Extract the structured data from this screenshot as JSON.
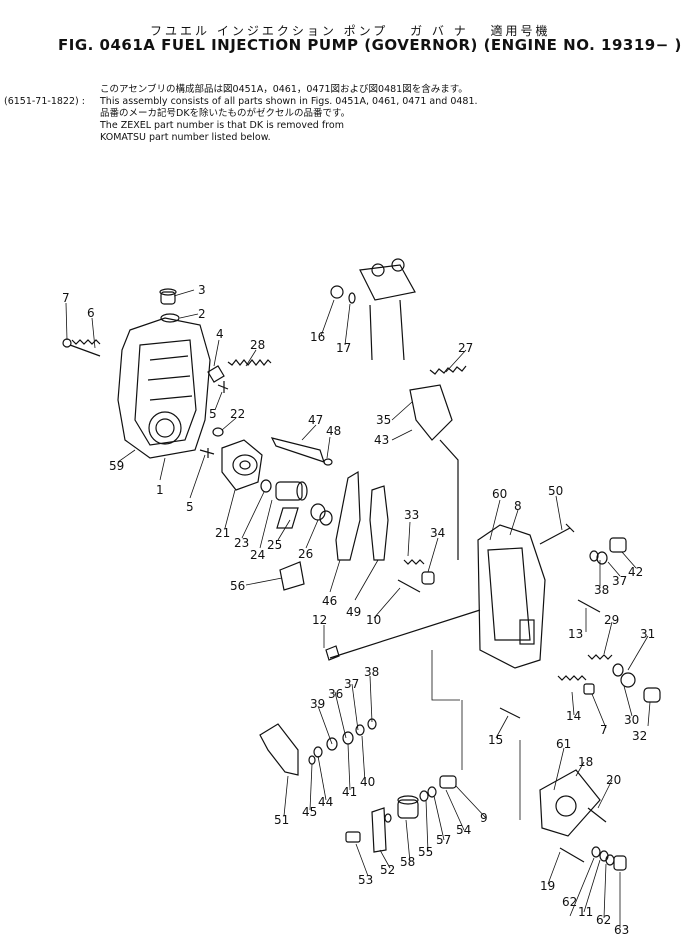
{
  "header": {
    "title_jp": "フユエル インジエクション ポンプ　 ガ バ ナ　 適用号機",
    "title_en": "FIG. 0461A  FUEL  INJECTION  PUMP  (GOVERNOR)  (ENGINE  NO. 19319− )"
  },
  "notes": {
    "line1_jp": "このアセンブリの構成部品は図0451A，0461，0471図および図0481図を含みます。",
    "part_code": "(6151-71-1822) :",
    "line2_en": "This assembly consists of all parts shown in Figs. 0451A, 0461, 0471 and 0481.",
    "line3_jp": "品番のメーカ記号DKを除いたものがゼクセルの品番です。",
    "line4_en": "The ZEXEL part number is that DK is removed from",
    "line5_en": "KOMATSU part number listed below."
  },
  "callouts": [
    "1",
    "2",
    "3",
    "4",
    "5",
    "5",
    "6",
    "7",
    "7",
    "8",
    "9",
    "10",
    "11",
    "12",
    "13",
    "14",
    "15",
    "16",
    "17",
    "18",
    "19",
    "20",
    "21",
    "22",
    "23",
    "24",
    "25",
    "26",
    "27",
    "28",
    "29",
    "30",
    "31",
    "32",
    "33",
    "34",
    "35",
    "36",
    "37",
    "37",
    "38",
    "38",
    "39",
    "40",
    "41",
    "42",
    "43",
    "44",
    "45",
    "46",
    "47",
    "48",
    "49",
    "50",
    "51",
    "52",
    "53",
    "54",
    "55",
    "56",
    "57",
    "58",
    "59",
    "60",
    "61",
    "62",
    "62",
    "63"
  ]
}
